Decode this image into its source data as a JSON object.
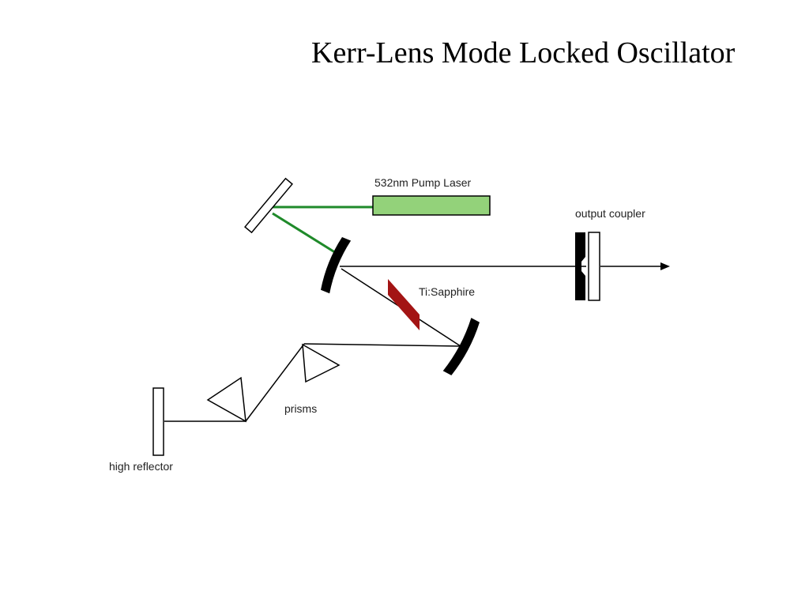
{
  "slide": {
    "title": "Kerr-Lens Mode Locked Oscillator"
  },
  "diagram": {
    "labels": {
      "pump_laser": "532nm Pump Laser",
      "output_coupler": "output coupler",
      "crystal": "Ti:Sapphire",
      "prisms": "prisms",
      "high_reflector": "high reflector"
    },
    "colors": {
      "pump_beam": "#1f8a2a",
      "pump_laser_fill": "#93d27a",
      "crystal_fill": "#a31414",
      "mirror_fill": "#000000",
      "beam": "#000000",
      "outline": "#000000"
    }
  }
}
